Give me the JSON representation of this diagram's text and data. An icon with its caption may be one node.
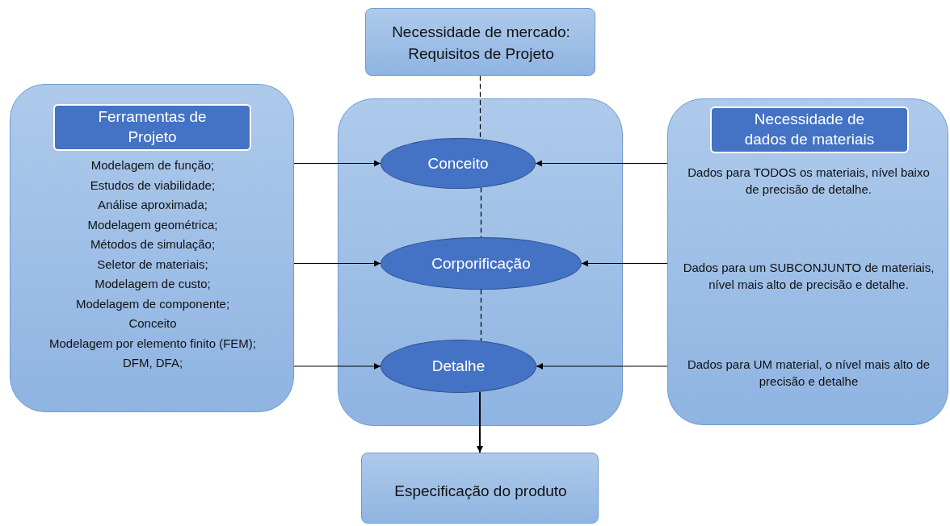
{
  "diagram": {
    "nodes": [
      {
        "text": [
          "Necessidade de mercado: Requisitos de Projeto"
        ]
      },
      {
        "text": [
          "Modelagem de função;",
          "Estudos de viabilidade;",
          "Análise aproximada;",
          "Modelagem geométrica;",
          "Métodos de simulação;",
          "Seletor de materiais;",
          "Modelagem de custo;",
          "Modelagem de componente;",
          "Conceito",
          "Modelagem por elemento finito (FEM);",
          "DFM, DFA;"
        ]
      },
      {
        "text": [
          "Ferramentas de Projeto"
        ],
        "in": 1
      },
      {
        "text": [],
        "shape": "box"
      },
      {
        "text": [
          "Conceito"
        ],
        "in": 3
      },
      {
        "text": [
          "Corporificação"
        ],
        "in": 3
      },
      {
        "text": [
          "Detalhe"
        ],
        "in": 3
      },
      {
        "text": [
          "Dados para TODOS os materiais, nível baixo de precisão de detalhe.",
          "Dados para um SUBCONJUNTO de materiais, nível mais alto de precisão e detalhe.",
          "Dados para UM material, o nível mais alto de precisão e detalhe"
        ]
      },
      {
        "text": [
          "Necessidade de dados de materiais"
        ],
        "in": 7
      },
      {
        "text": [
          "Especificação do produto"
        ]
      }
    ],
    "edges": [
      {
        "from": 0,
        "to": 4,
        "arrow": "none",
        "style": "dashed"
      },
      {
        "from": 4,
        "to": 5,
        "arrow": "none",
        "style": "dashed"
      },
      {
        "from": 5,
        "to": 6,
        "arrow": "none",
        "style": "dashed"
      },
      {
        "from": 6,
        "to": 9,
        "arrow": "to"
      },
      {
        "from": 1,
        "to": 4,
        "arrow": "to"
      },
      {
        "from": 1,
        "to": 5,
        "arrow": "to"
      },
      {
        "from": 1,
        "to": 6,
        "arrow": "to"
      },
      {
        "from": 7,
        "to": 4,
        "arrow": "to"
      },
      {
        "from": 7,
        "to": 5,
        "arrow": "to"
      },
      {
        "from": 7,
        "to": 6,
        "arrow": "to"
      }
    ]
  }
}
